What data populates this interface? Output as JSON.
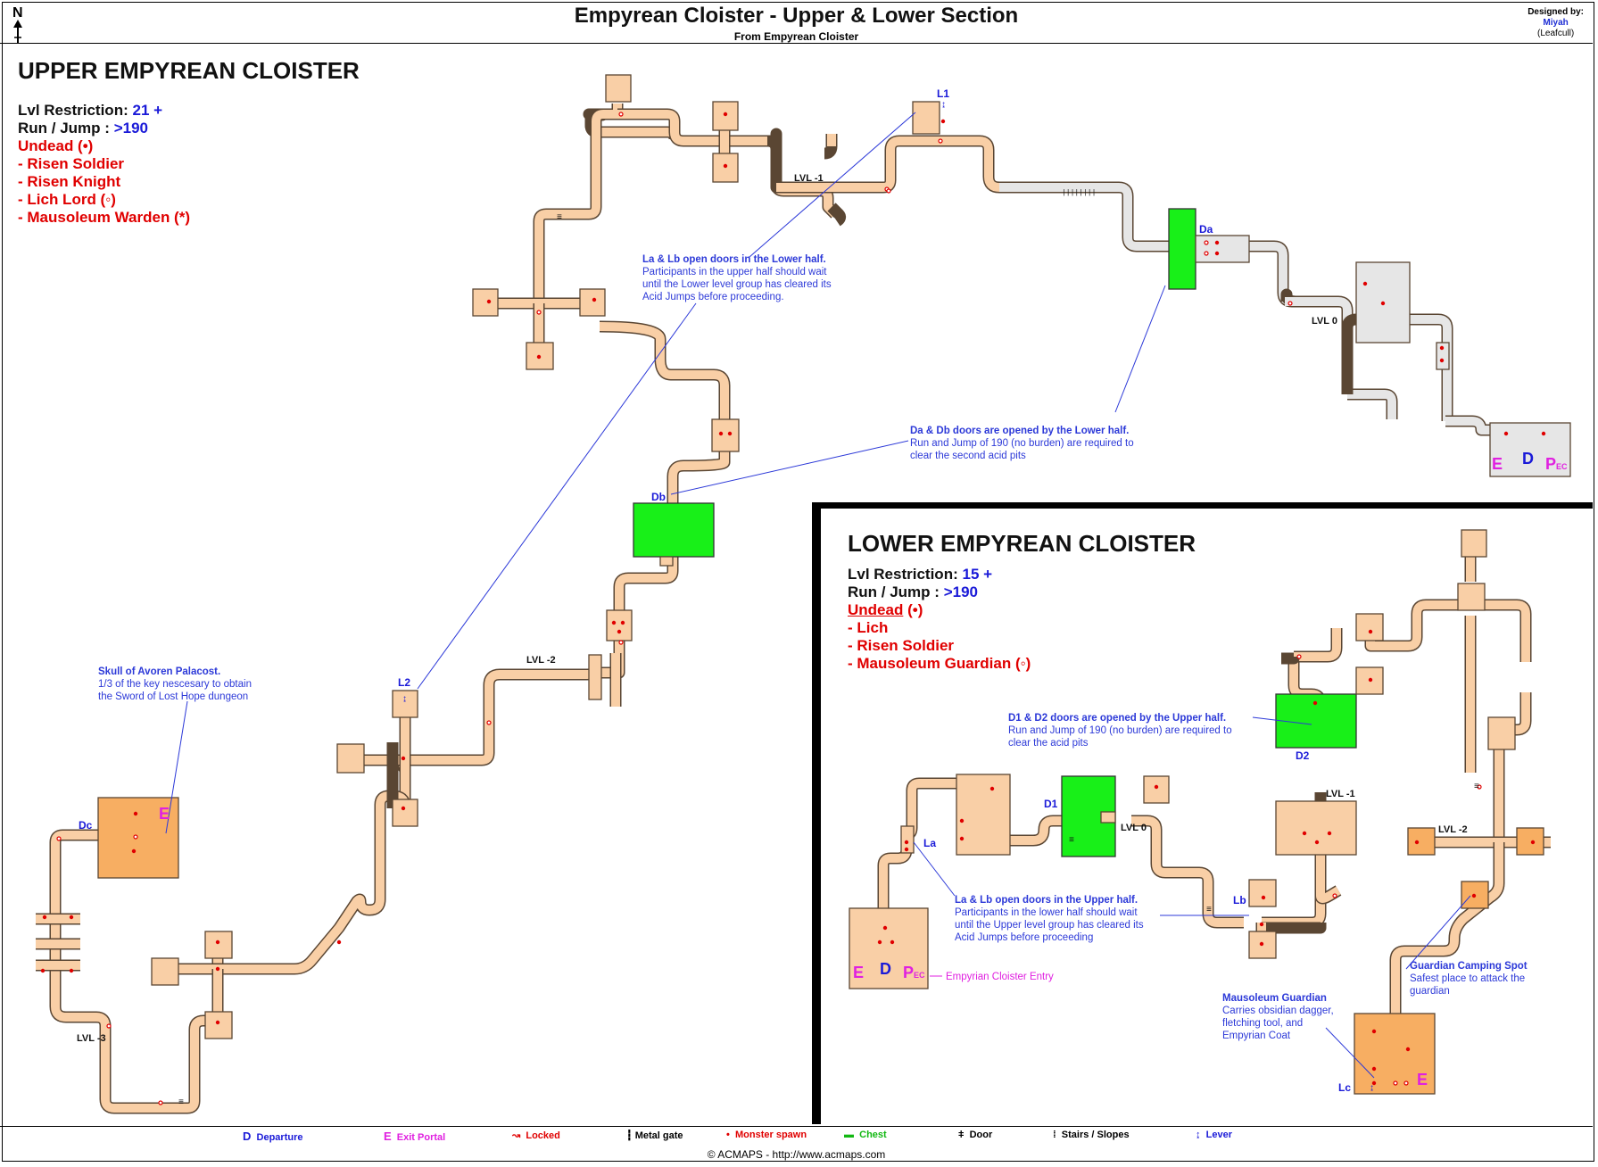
{
  "header": {
    "title": "Empyrean Cloister - Upper & Lower Section",
    "subtitle": "From Empyrean Cloister",
    "compass_letter": "N",
    "designed_by_label": "Designed by:",
    "designer_name": "Miyah",
    "designer_handle": "(Leafcull)"
  },
  "upper": {
    "title": "UPPER EMPYREAN CLOISTER",
    "lvl_label": "Lvl Restriction:",
    "lvl_value": "21 +",
    "run_label": "Run / Jump :",
    "run_value": ">190",
    "undead_label": "Undead (•)",
    "monsters": [
      "- Risen Soldier",
      "- Risen Knight",
      "- Lich Lord (◦)",
      "- Mausoleum Warden (*)"
    ]
  },
  "lower": {
    "title": "LOWER EMPYREAN CLOISTER",
    "lvl_label": "Lvl Restriction:",
    "lvl_value": "15 +",
    "run_label": "Run / Jump :",
    "run_value": ">190",
    "undead_label": "Undead",
    "undead_suffix": "(•)",
    "monsters": [
      "- Lich",
      "- Risen Soldier",
      "- Mausoleum Guardian (◦)"
    ]
  },
  "notes": {
    "lalb_upper": {
      "bold": "La & Lb open doors in the Lower half.",
      "text": [
        "Participants in the upper half should wait",
        "until the Lower level group has cleared its",
        "Acid Jumps before proceeding."
      ]
    },
    "dadb": {
      "bold": "Da & Db doors are opened by the Lower half.",
      "text": [
        "Run and Jump of 190 (no burden) are required to",
        "clear the second acid pits"
      ]
    },
    "skull": {
      "bold": "Skull of Avoren Palacost.",
      "text": [
        "1/3 of the key nescesary to obtain",
        "the Sword of Lost Hope dungeon"
      ]
    },
    "d1d2": {
      "bold": "D1 & D2 doors are opened by the Upper half.",
      "text": [
        "Run and Jump of 190 (no burden) are required to",
        "clear the acid pits"
      ]
    },
    "lalb_lower": {
      "bold": "La & Lb open doors in the Upper half.",
      "text": [
        "Participants in the lower half should wait",
        "until the Upper level group has cleared its",
        "Acid Jumps before proceeding"
      ]
    },
    "camping": {
      "bold": "Guardian Camping Spot",
      "text": [
        "Safest place to attack the",
        "guardian"
      ]
    },
    "guardian": {
      "bold": "Mausoleum Guardian",
      "text": [
        "Carries obsidian dagger,",
        "fletching tool, and",
        "Empyrian Coat"
      ]
    },
    "entry": "Empyrian Cloister Entry"
  },
  "map_labels": {
    "L1": "L1",
    "L2": "L2",
    "Da": "Da",
    "Db": "Db",
    "Dc": "Dc",
    "D1": "D1",
    "D2": "D2",
    "La": "La",
    "Lb": "Lb",
    "Lc": "Lc",
    "lvl_m1_upper": "LVL -1",
    "lvl_0_upper": "LVL 0",
    "lvl_m2_upper": "LVL -2",
    "lvl_m3": "LVL -3",
    "lvl_0_lower": "LVL 0",
    "lvl_m1_lower": "LVL -1",
    "lvl_m2_lower": "LVL -2",
    "E": "E",
    "D": "D",
    "P": "P",
    "EC": "EC"
  },
  "legend": [
    {
      "symbol": "D",
      "label": "Departure",
      "color": "#1a1ad8"
    },
    {
      "symbol": "E",
      "label": "Exit Portal",
      "color": "#e020e0"
    },
    {
      "symbol": "↝",
      "label": "Locked",
      "color": "#e00000"
    },
    {
      "symbol": "┇",
      "label": "Metal gate",
      "color": "#111111"
    },
    {
      "symbol": "•",
      "label": "Monster spawn",
      "color": "#e00000"
    },
    {
      "symbol": "▬",
      "label": "Chest",
      "color": "#12b812"
    },
    {
      "symbol": "ǂ",
      "label": "Door",
      "color": "#111111"
    },
    {
      "symbol": "⁞",
      "label": "Stairs / Slopes",
      "color": "#111111"
    },
    {
      "symbol": "↨",
      "label": "Lever",
      "color": "#1a1ad8"
    }
  ],
  "footer": {
    "copyright": "© ACMAPS - http://www.acmaps.com"
  },
  "colors": {
    "tan": "#f9cfa6",
    "orange": "#f7ae62",
    "grey": "#e6e6e6",
    "green": "#18f018",
    "blue_line": "#2c39d8"
  }
}
